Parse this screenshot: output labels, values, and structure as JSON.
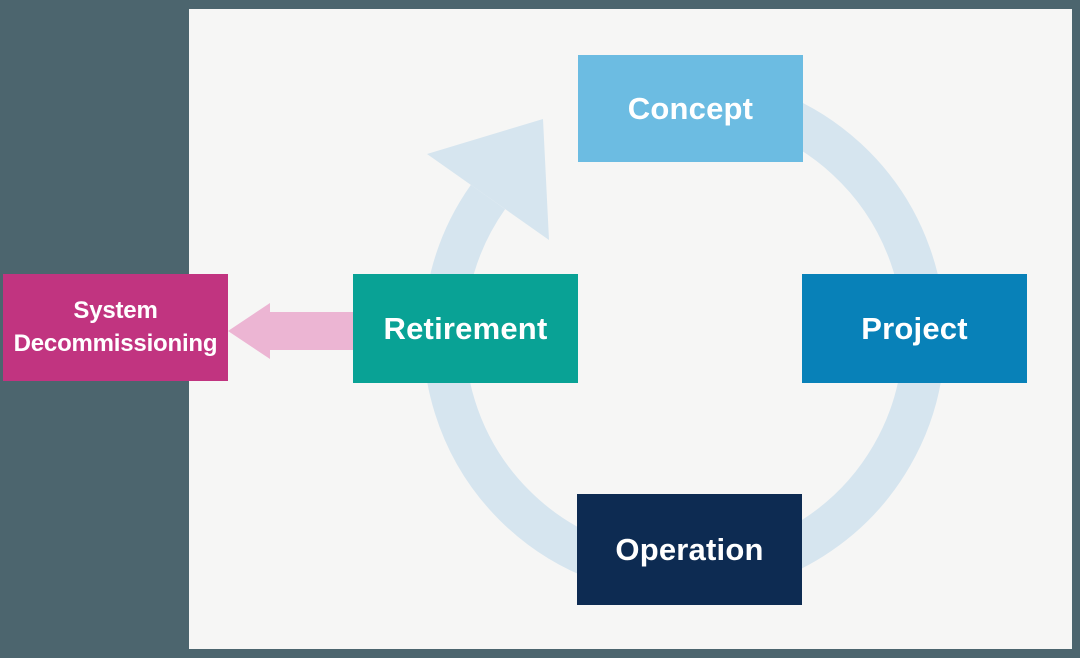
{
  "diagram": {
    "type": "cycle",
    "direction": "clockwise",
    "cycle_nodes": [
      {
        "id": "concept",
        "label": "Concept",
        "color": "#6CBCE2",
        "text_color": "#FFFFFF",
        "position": "top"
      },
      {
        "id": "project",
        "label": "Project",
        "color": "#0881B8",
        "text_color": "#FFFFFF",
        "position": "right"
      },
      {
        "id": "operation",
        "label": "Operation",
        "color": "#0D2B52",
        "text_color": "#FFFFFF",
        "position": "bottom"
      },
      {
        "id": "retirement",
        "label": "Retirement",
        "color": "#09A295",
        "text_color": "#FFFFFF",
        "position": "left"
      }
    ],
    "external_node": {
      "id": "system-decommissioning",
      "label": "System Decommissioning",
      "lines": [
        "System",
        "Decommissioning"
      ],
      "color": "#C13480",
      "text_color": "#FFFFFF",
      "position": "outside-left"
    },
    "connector": {
      "from": "retirement",
      "to": "system-decommissioning",
      "direction": "left",
      "color": "#ECB5D3"
    },
    "ring_color": "#D6E5EF",
    "background_color": "#4C656E",
    "panel_color": "#F6F6F5"
  }
}
